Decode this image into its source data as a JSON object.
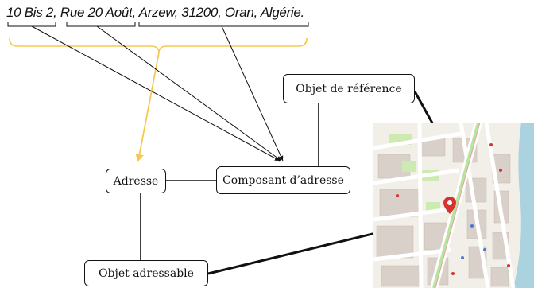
{
  "address": {
    "full": "10 Bis 2, Rue 20 Août, Arzew, 31200, Oran, Algérie."
  },
  "nodes": {
    "adresse": "Adresse",
    "composant": "Composant d’adresse",
    "objet_reference": "Objet de référence",
    "objet_adressable": "Objet adressable"
  },
  "colors": {
    "bracket": "#f5c94e",
    "line": "#111111",
    "marker": "#d8322f",
    "map_road": "#ffffff",
    "map_green_strip": "#b7e5a0",
    "map_water": "#aad3df"
  },
  "icons": {
    "map": "street-map-thumbnail",
    "marker": "map-pin-icon"
  }
}
